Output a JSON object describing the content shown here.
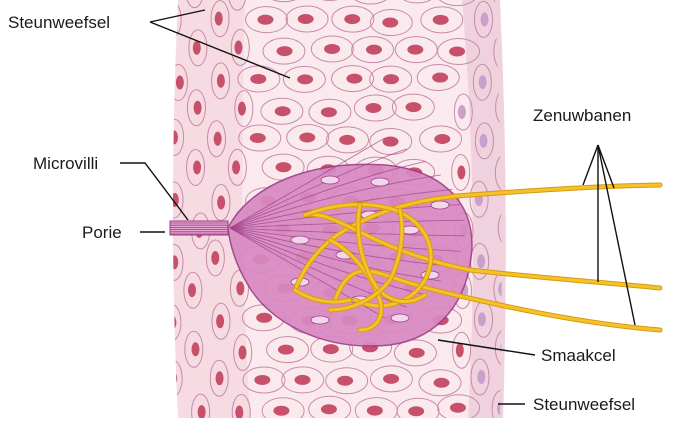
{
  "labels": {
    "steunweefsel_top": "Steunweefsel",
    "microvilli": "Microvilli",
    "porie": "Porie",
    "zenuwbanen": "Zenuwbanen",
    "smaakcel": "Smaakcel",
    "steunweefsel_bottom": "Steunweefsel"
  },
  "colors": {
    "tissue_outer": "#f6dbe2",
    "tissue_inner": "#fbeef1",
    "cell_border": "#c98aa8",
    "nucleus": "#c7516a",
    "taste_bud": "#d889c2",
    "taste_bud_border": "#9c3f86",
    "nerve": "#f5c22a",
    "nerve_edge": "#d69a10",
    "pointer": "#111111"
  }
}
